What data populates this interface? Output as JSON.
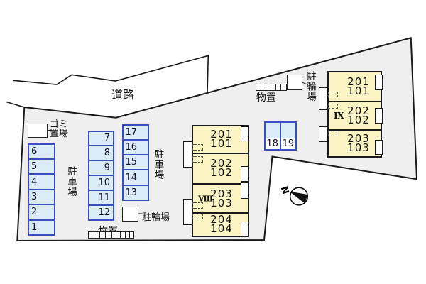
{
  "road": {
    "label": "道路"
  },
  "garbage": {
    "label": "ゴミ置場"
  },
  "storage_top": {
    "label": "物置",
    "square_count": 6
  },
  "storage_bottom": {
    "label": "物置",
    "square_count_left": 4,
    "square_count_right": 5
  },
  "bicycle_top": {
    "label": "駐輪場"
  },
  "bicycle_bottom": {
    "label": "駐輪場"
  },
  "parking": {
    "label_left": "駐車場",
    "label_right": "駐車場",
    "left_column": [
      "6",
      "5",
      "4",
      "3",
      "2",
      "1"
    ],
    "middle_column": [
      "7",
      "8",
      "9",
      "10",
      "11",
      "12"
    ],
    "right_column": [
      "17",
      "16",
      "15",
      "14",
      "13"
    ],
    "pair": [
      "18",
      "19"
    ]
  },
  "buildings": {
    "viii": {
      "numeral": "VIII",
      "units": [
        {
          "upper": "201",
          "lower": "101"
        },
        {
          "upper": "202",
          "lower": "102"
        },
        {
          "upper": "203",
          "lower": "103"
        },
        {
          "upper": "204",
          "lower": "104"
        }
      ]
    },
    "ix": {
      "numeral": "IX",
      "units": [
        {
          "upper": "201",
          "lower": "101"
        },
        {
          "upper": "202",
          "lower": "102"
        },
        {
          "upper": "203",
          "lower": "103"
        }
      ]
    }
  },
  "compass": {
    "label": "N"
  },
  "colors": {
    "site_fill": "#efefef",
    "building_fill": "#fbf5c5",
    "parking_fill": "#d9ecf8",
    "parking_border": "#3a4fbe",
    "outline": "#1a1a1a"
  }
}
